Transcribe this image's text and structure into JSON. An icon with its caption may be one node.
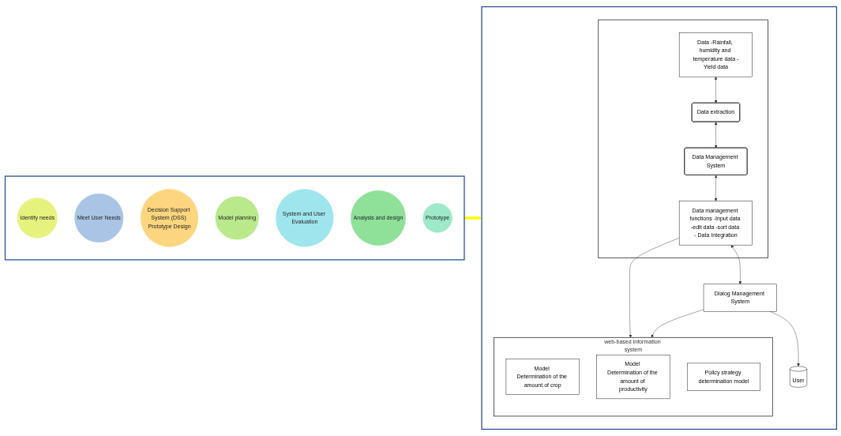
{
  "diagram": {
    "nodes": [
      {
        "text": [],
        "shape": "box"
      },
      {
        "text": [
          "Identify needs"
        ],
        "in": 0
      },
      {
        "text": [
          "Meet User Needs"
        ],
        "in": 0
      },
      {
        "text": [
          "Decision Support System (DSS) Prototype Design"
        ],
        "in": 0
      },
      {
        "text": [
          "Model planning"
        ],
        "in": 0
      },
      {
        "text": [
          "System and User Evaluation"
        ],
        "in": 0
      },
      {
        "text": [
          "Analysis and design"
        ],
        "in": 0
      },
      {
        "text": [
          "Prototype"
        ],
        "in": 0
      },
      {
        "text": [],
        "shape": "box"
      },
      {
        "text": [],
        "shape": "box",
        "in": 8
      },
      {
        "text": [
          "Data -Rainfall, humidity and temperature data -Yield data"
        ],
        "in": 9
      },
      {
        "text": [
          "Data extraction"
        ],
        "in": 9
      },
      {
        "text": [
          "Data Management System"
        ],
        "in": 9
      },
      {
        "text": [
          "Data management functions -Input data -edit data -sort data - Data Integration"
        ],
        "in": 9
      },
      {
        "text": [
          "Dialog Management System"
        ],
        "in": 8
      },
      {
        "text": [
          "User"
        ],
        "in": 8
      },
      {
        "text": [
          "web-based information system"
        ],
        "in": 8
      },
      {
        "text": [
          "Model Determination of the amount of crop"
        ],
        "in": 16
      },
      {
        "text": [
          "Model Determination of the amount of productivity"
        ],
        "in": 16
      },
      {
        "text": [
          "Policy strategy determination model"
        ],
        "in": 16
      }
    ],
    "edges": [
      {
        "from": 0,
        "to": 8,
        "arrow": "to",
        "style": "thick",
        "color": "#ffff00"
      },
      {
        "from": 10,
        "to": 11,
        "arrow": "both"
      },
      {
        "from": 11,
        "to": 12,
        "arrow": "both"
      },
      {
        "from": 12,
        "to": 13,
        "arrow": "both"
      },
      {
        "from": 13,
        "to": 14,
        "arrow": "both"
      },
      {
        "from": 13,
        "to": 16,
        "arrow": "to"
      },
      {
        "from": 14,
        "to": 16,
        "arrow": "to"
      },
      {
        "from": 14,
        "to": 15,
        "arrow": "to"
      }
    ]
  }
}
